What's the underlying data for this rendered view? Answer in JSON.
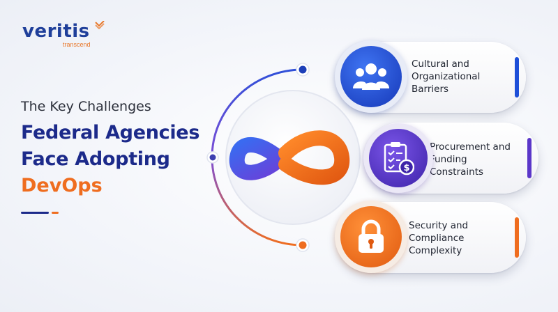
{
  "brand": {
    "name": "veritis",
    "tagline": "transcend"
  },
  "heading": {
    "line1": "The Key Challenges",
    "line2": "Federal Agencies",
    "line3": "Face Adopting",
    "line4": "DevOps"
  },
  "challenges": [
    {
      "label": "Cultural and\nOrganizational\nBarriers",
      "icon": "people-group-icon",
      "color": "#1d4fd8"
    },
    {
      "label": "Procurement and\nFunding\nConstraints",
      "icon": "clipboard-dollar-icon",
      "color": "#5b37c9"
    },
    {
      "label": "Security and\nCompliance\nComplexity",
      "icon": "padlock-icon",
      "color": "#ef6d1f"
    }
  ],
  "colors": {
    "navy": "#1c2a8a",
    "orange": "#ef6d1f",
    "blue": "#1d4fd8",
    "purple": "#5b37c9"
  }
}
